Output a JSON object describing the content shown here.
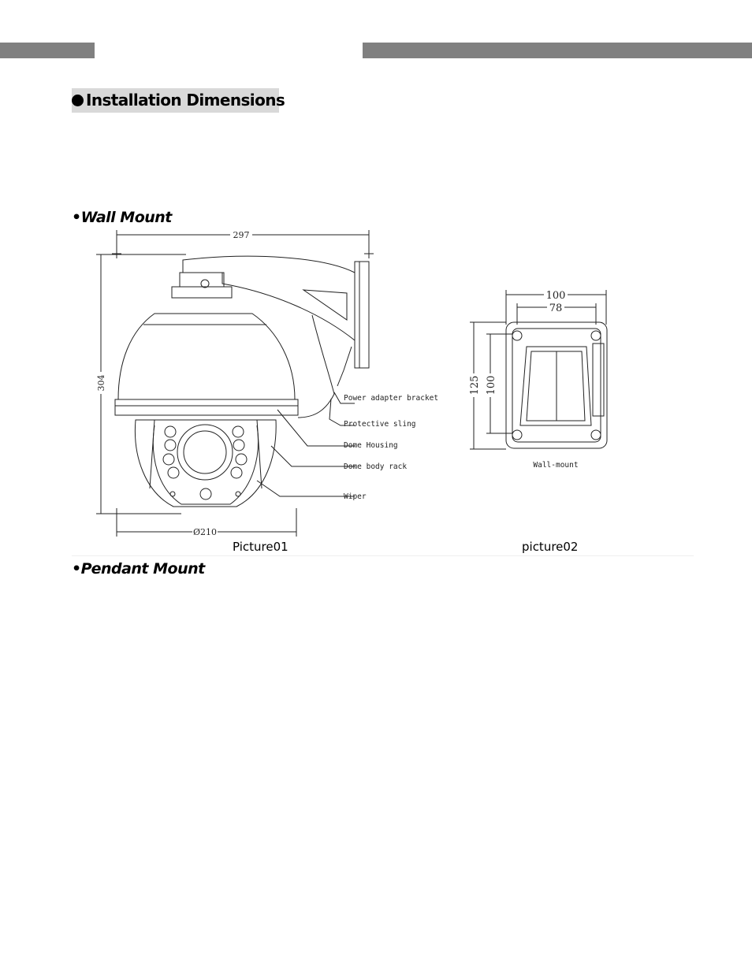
{
  "title": "Installation Dimensions",
  "sections": {
    "wall": "Wall Mount",
    "pendant": "Pendant Mount"
  },
  "captions": {
    "pic1": "Picture01",
    "pic2": "picture02"
  },
  "drawing1": {
    "width": "297",
    "height": "304",
    "diameter": "Ø210",
    "labels": {
      "power": "Power adapter bracket",
      "sling": "Protective sling",
      "housing": "Dome Housing",
      "rack": "Dome body rack",
      "wiper": "Wiper"
    }
  },
  "drawing2": {
    "outer_w": "100",
    "inner_w": "78",
    "outer_h": "125",
    "inner_h": "100",
    "label": "Wall-mount"
  }
}
